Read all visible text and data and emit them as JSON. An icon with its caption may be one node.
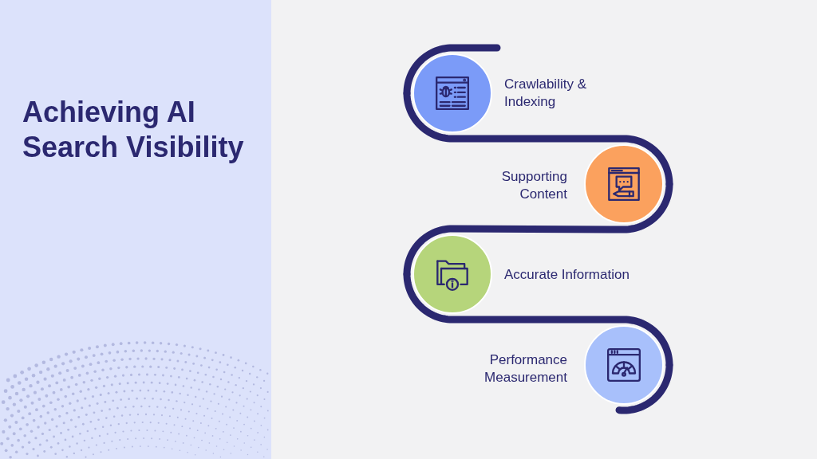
{
  "diagram": {
    "title": "Achieving AI Search Visibility",
    "nodes": [
      {
        "text": [],
        "shape": "circle",
        "beside": [
          "Crawlability & Indexing"
        ]
      },
      {
        "text": [],
        "shape": "circle",
        "beside": [
          "Supporting Content"
        ]
      },
      {
        "text": [],
        "shape": "circle",
        "beside": [
          "Accurate Information"
        ]
      },
      {
        "text": [],
        "shape": "circle",
        "beside": [
          "Performance Measurement"
        ]
      }
    ],
    "edges": [
      {
        "from": null,
        "to": 0,
        "arrow": "none"
      },
      {
        "from": 0,
        "to": 1,
        "arrow": "none"
      },
      {
        "from": 1,
        "to": 2,
        "arrow": "none"
      },
      {
        "from": 2,
        "to": 3,
        "arrow": "none"
      },
      {
        "from": 3,
        "to": null,
        "arrow": "none"
      }
    ]
  }
}
